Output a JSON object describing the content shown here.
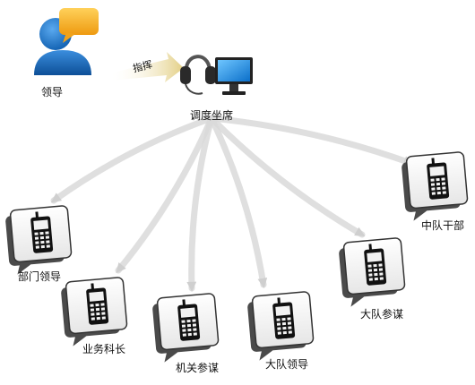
{
  "leader": {
    "label": "领导"
  },
  "command": {
    "label": "指挥"
  },
  "dispatch": {
    "label": "调度坐席"
  },
  "targets": [
    {
      "label": "部门领导"
    },
    {
      "label": "业务科长"
    },
    {
      "label": "机关参谋"
    },
    {
      "label": "大队领导"
    },
    {
      "label": "大队参谋"
    },
    {
      "label": "中队干部"
    }
  ],
  "colors": {
    "person": "#1f74c8",
    "bubble": "#f0a21a",
    "monitor": "#1d8fe0",
    "arrow": "#d9d9d9",
    "command_arrow": "#e8d89a"
  }
}
